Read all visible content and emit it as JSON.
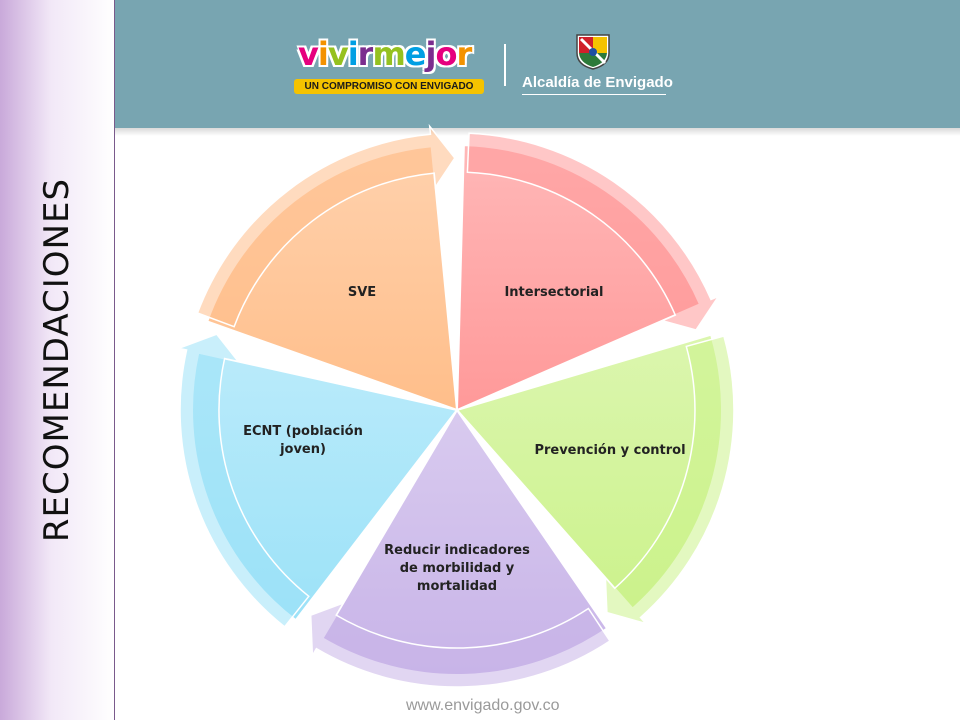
{
  "sidebar": {
    "title": "RECOMENDACIONES"
  },
  "header": {
    "logo": {
      "word_vivir": "vivir",
      "word_mejor": "mejor",
      "tagline": "UN COMPROMISO CON ENVIGADO",
      "colors": [
        "#e6007e",
        "#f39200",
        "#95c11f",
        "#009fe3",
        "#7b2d8e"
      ]
    },
    "alcaldia": "Alcaldía de Envigado",
    "crest_icon": "coat-of-arms-icon"
  },
  "cycle": {
    "segments": [
      {
        "id": "intersectorial",
        "label": [
          "Intersectorial"
        ]
      },
      {
        "id": "prevencion",
        "label": [
          "Prevención y control"
        ]
      },
      {
        "id": "reducir",
        "label": [
          "Reducir indicadores",
          "de morbilidad y",
          "mortalidad"
        ]
      },
      {
        "id": "ecnt",
        "label": [
          "ECNT (población",
          "joven)"
        ]
      },
      {
        "id": "sve",
        "label": [
          "SVE"
        ]
      }
    ],
    "colors": [
      "#ff9999",
      "#ccf28c",
      "#c8b4e8",
      "#9ce2f8",
      "#ffbe8a"
    ]
  },
  "footer": {
    "url": "www.envigado.gov.co"
  }
}
